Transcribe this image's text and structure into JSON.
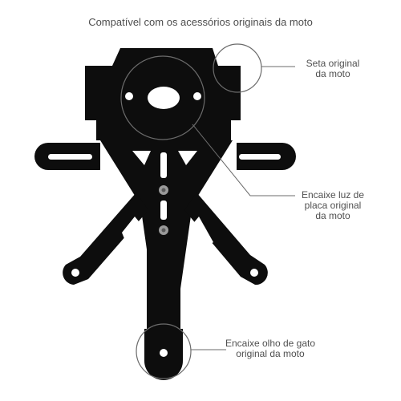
{
  "headline": "Compatível com os acessórios originais da moto",
  "callouts": {
    "arrow": {
      "line1": "Seta original",
      "line2": "da moto"
    },
    "plate_light": {
      "line1": "Encaixe luz de",
      "line2": "placa original",
      "line3": "da moto"
    },
    "reflector": {
      "line1": "Encaixe olho de gato",
      "line2": "original da moto"
    }
  },
  "colors": {
    "bracket": "#0d0d0d",
    "circle": "#6b6b6b",
    "leader": "#6b6b6b",
    "bolt": "#9a9a9a"
  }
}
